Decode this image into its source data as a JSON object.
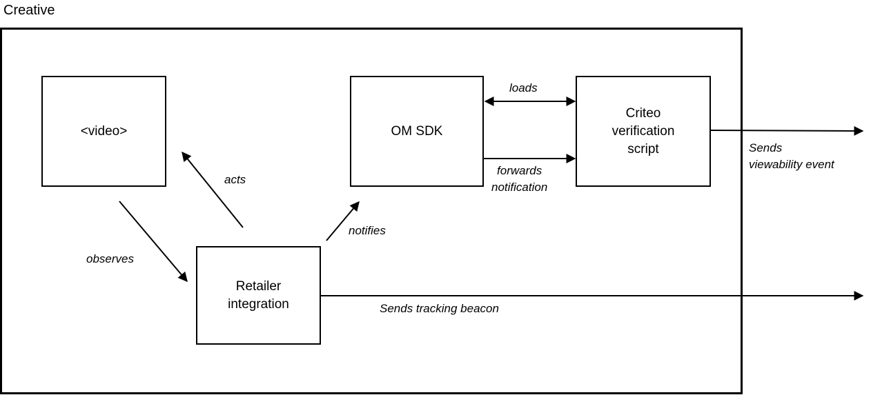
{
  "container_title": "Creative",
  "nodes": {
    "video": "<video>",
    "om_sdk": "OM SDK",
    "criteo_script": "Criteo\nverification\nscript",
    "retailer": "Retailer\nintegration"
  },
  "edges": {
    "loads": "loads",
    "forwards": "forwards\nnotification",
    "acts": "acts",
    "observes": "observes",
    "notifies": "notifies",
    "sends_viewability": "Sends\nviewability event",
    "sends_tracking": "Sends tracking beacon"
  }
}
